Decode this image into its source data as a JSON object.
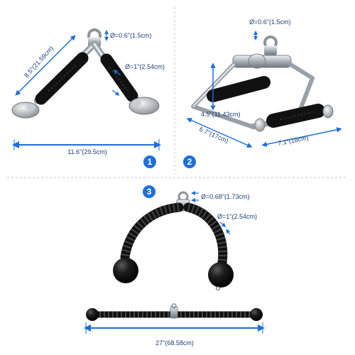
{
  "panels": [
    {
      "number": "1",
      "dimensions": {
        "ring_diameter": "Ø=0.6\"(1.5cm)",
        "grip_diameter": "Ø=1\"(2.54cm)",
        "arm_length": "8.5\"(21.59cm)",
        "span": "11.6\"(29.5cm)"
      }
    },
    {
      "number": "2",
      "dimensions": {
        "ring_diameter": "Ø=0.6\"(1.5cm)",
        "height": "4.5\"(11.43cm)",
        "depth": "6.7\"(17cm)",
        "width": "7.1\"(18cm)"
      }
    },
    {
      "number": "3",
      "dimensions": {
        "ring_diameter": "Ø=0.68\"(1.73cm)",
        "rope_diameter": "Ø=1\"(2.54cm)",
        "rope_length": "27\"(68.58cm)"
      }
    }
  ],
  "colors": {
    "accent": "#1e6fd9",
    "dimension_text": "#1d3f7a",
    "divider": "#c7c7c7",
    "grip": "#111111",
    "steel": "#b9bec4"
  }
}
